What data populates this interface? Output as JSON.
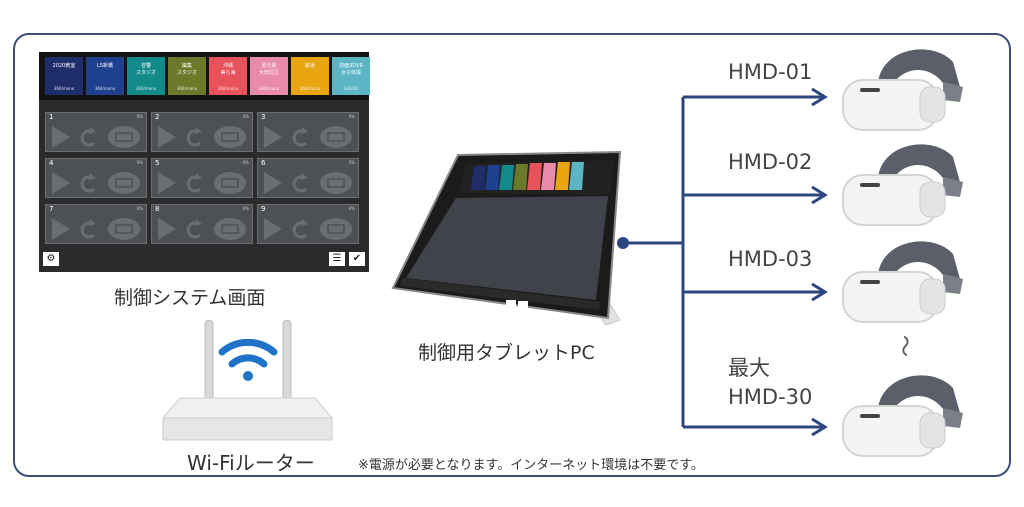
{
  "control_screen": {
    "caption": "制御システム画面",
    "tabs": [
      {
        "title": "2020教室",
        "sub": "360/mono",
        "color": "#1f2d6b"
      },
      {
        "title": "LS新橋",
        "sub": "360/mono",
        "color": "#1f3f8f"
      },
      {
        "title": "音響\nスタジオ",
        "sub": "360/mono",
        "color": "#138a8a"
      },
      {
        "title": "編集\nスタジオ",
        "sub": "360/mono",
        "color": "#6b7a2a"
      },
      {
        "title": "沖縄\n美ら海",
        "sub": "360/mono",
        "color": "#e8525a"
      },
      {
        "title": "原元看\n大田区区",
        "sub": "360/mono",
        "color": "#e88aa8"
      },
      {
        "title": "鉄道",
        "sub": "360/mono",
        "color": "#e8a510"
      },
      {
        "title": "前面3DVR\n女子体操",
        "sub": "180/3D",
        "color": "#5bb5c4"
      }
    ],
    "cells": [
      {
        "num": "1",
        "pct": "0%"
      },
      {
        "num": "2",
        "pct": "0%"
      },
      {
        "num": "3",
        "pct": "0%"
      },
      {
        "num": "4",
        "pct": "0%"
      },
      {
        "num": "5",
        "pct": "0%"
      },
      {
        "num": "6",
        "pct": "0%"
      },
      {
        "num": "7",
        "pct": "0%"
      },
      {
        "num": "8",
        "pct": "0%"
      },
      {
        "num": "9",
        "pct": "0%"
      }
    ]
  },
  "router": {
    "caption": "Wi-Fiルーター"
  },
  "tablet": {
    "caption": "制御用タブレットPC"
  },
  "hmds": [
    {
      "label": "HMD-01"
    },
    {
      "label": "HMD-02"
    },
    {
      "label": "HMD-03"
    },
    {
      "label": "最大"
    },
    {
      "label": "HMD-30"
    }
  ],
  "ellipsis": "〜",
  "note": "※電源が必要となります。インターネット環境は不要です。",
  "colors": {
    "line": "#2c4680",
    "frame": "#3a4f7a"
  }
}
